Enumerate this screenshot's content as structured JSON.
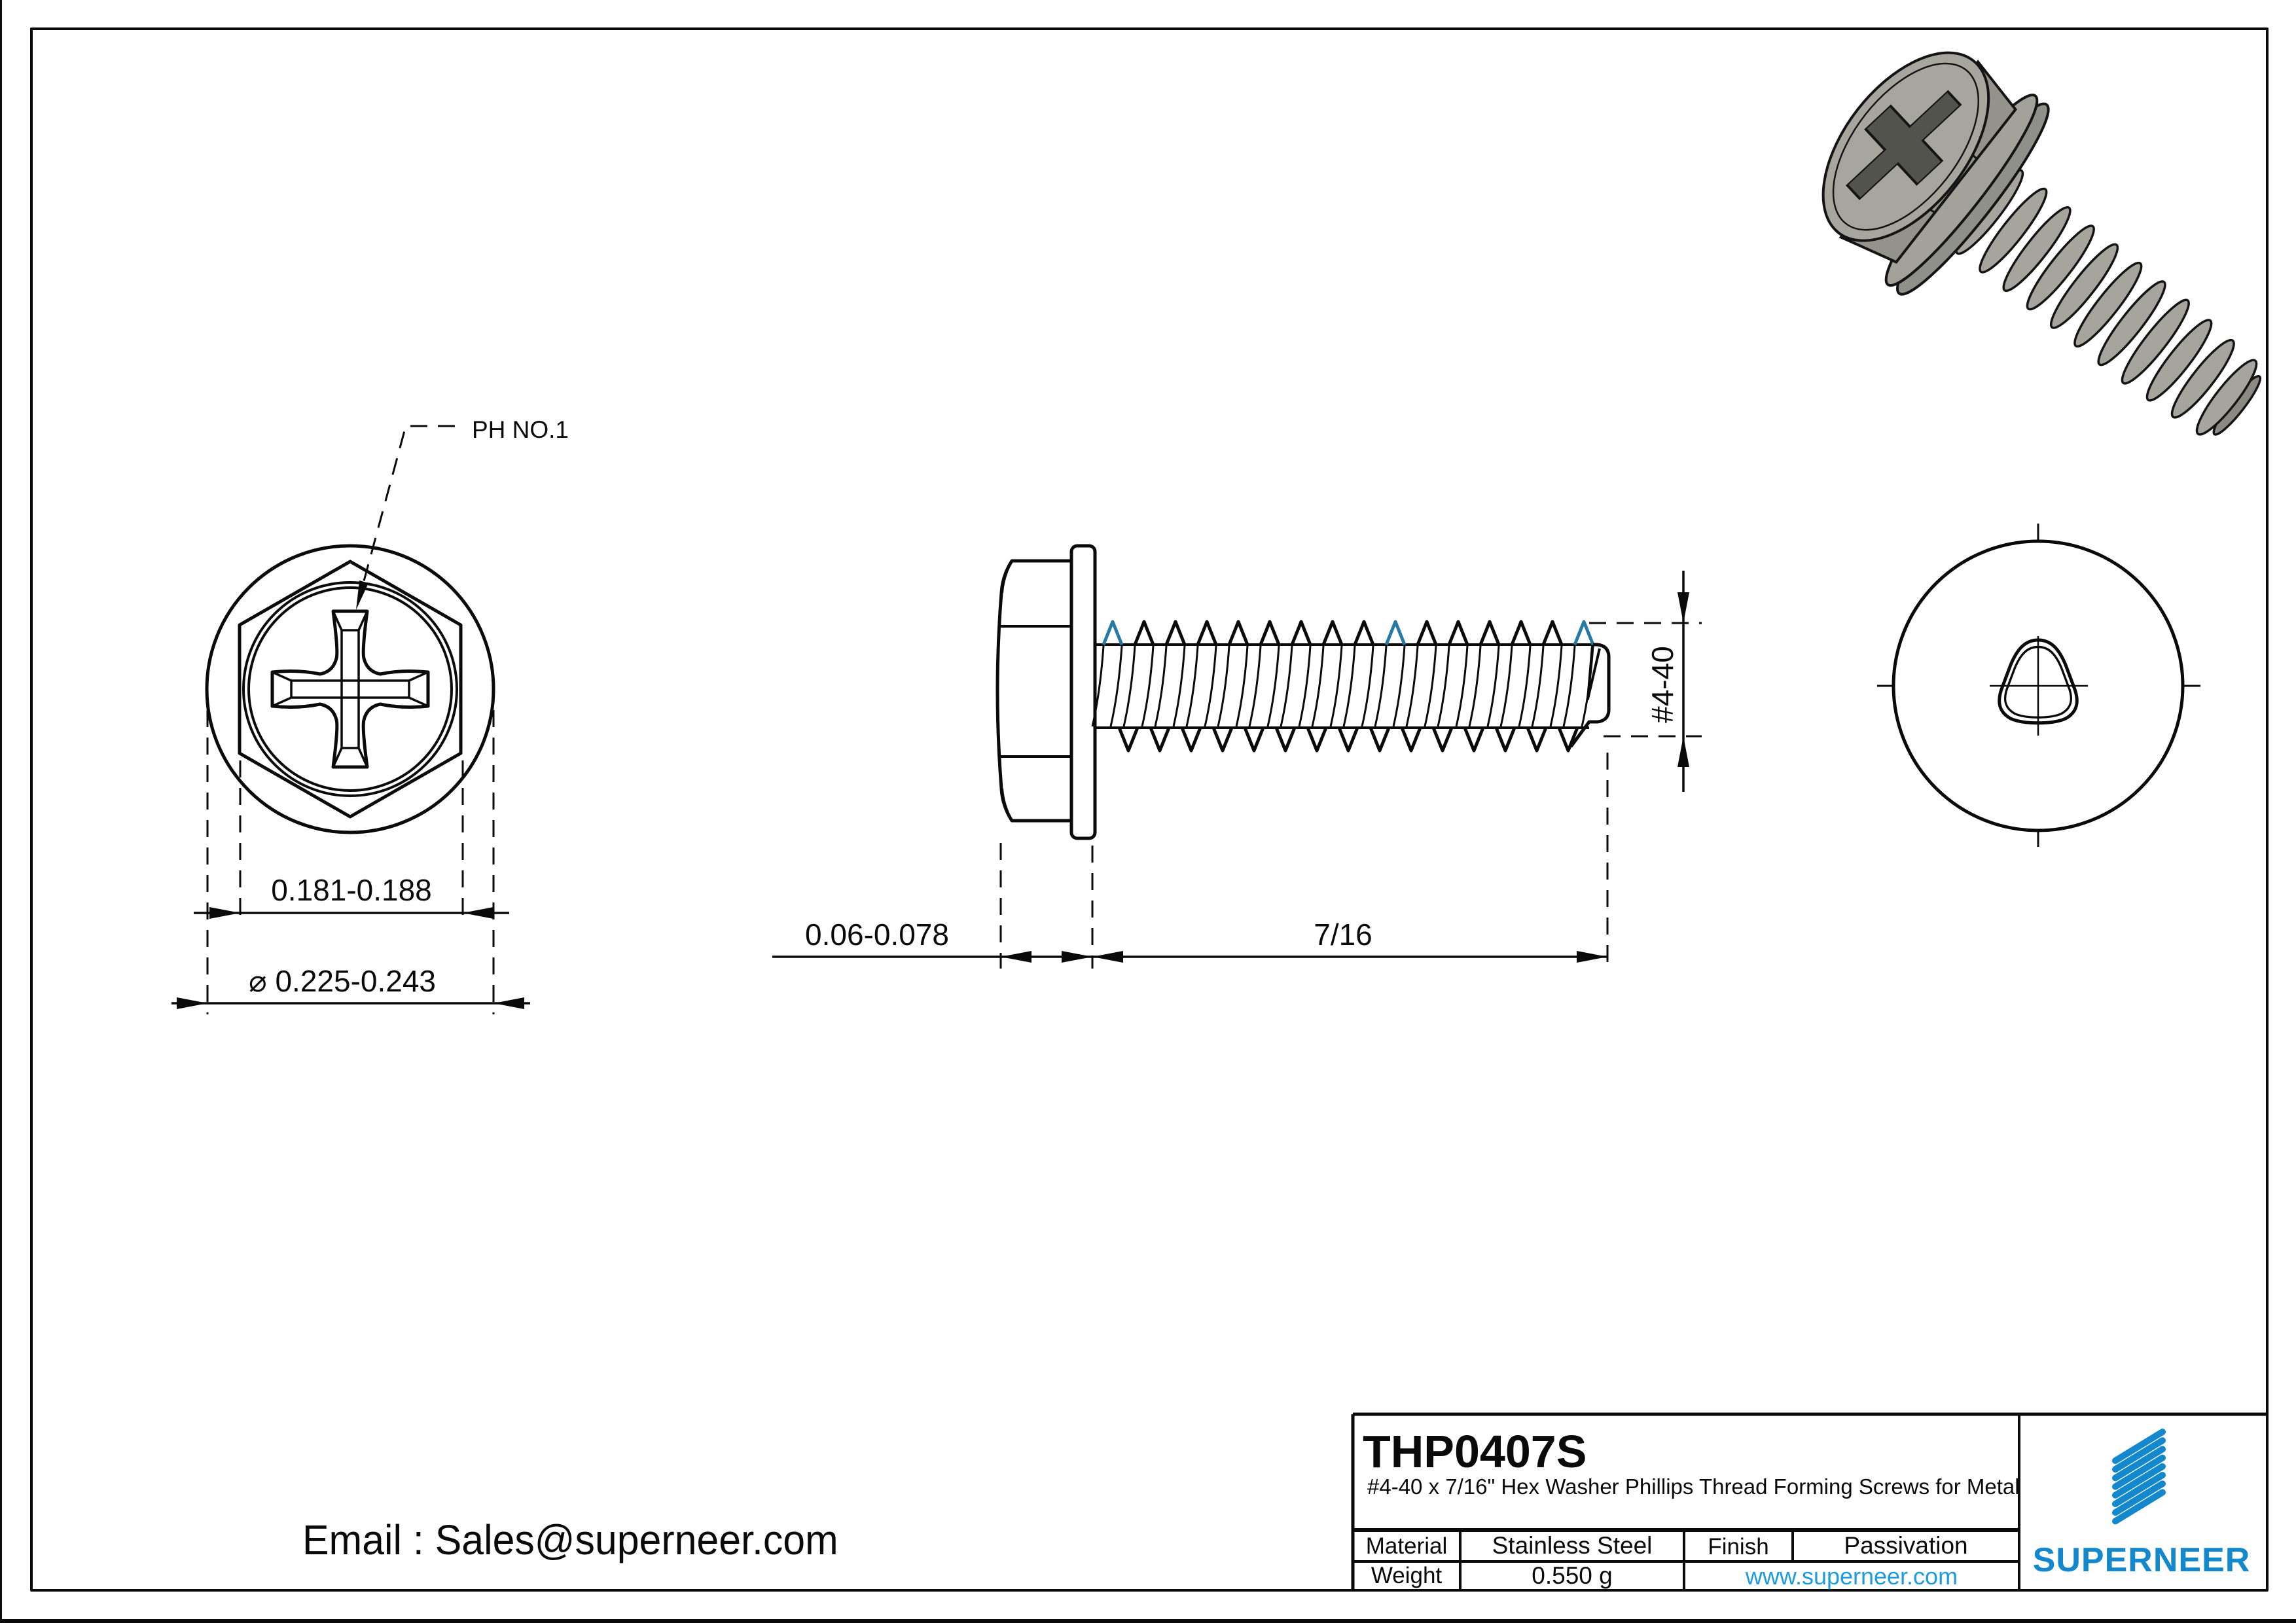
{
  "sheet": {
    "views": {
      "front": {
        "ph_label": "PH NO.1",
        "dim_across_flats": "0.181-0.188",
        "dia_symbol": "⌀",
        "dim_washer_dia": "0.225-0.243"
      },
      "side": {
        "dim_head_height": "0.06-0.078",
        "dim_thread_length": "7/16",
        "dim_thread_size": "#4-40"
      }
    },
    "footer": {
      "email": "Email : Sales@superneer.com"
    },
    "title_block": {
      "part_number": "THP0407S",
      "description": "#4-40 x 7/16\" Hex Washer Phillips Thread Forming Screws for Metal",
      "material_label": "Material",
      "material_value": "Stainless Steel",
      "finish_label": "Finish",
      "finish_value": "Passivation",
      "weight_label": "Weight",
      "weight_value": "0.550 g",
      "website": "www.superneer.com",
      "brand": "SUPERNEER"
    },
    "colors": {
      "accent_blue": "#2878a8",
      "brand_blue": "#1488cc",
      "link_blue": "#1d9bdf",
      "line_black": "#0a0a0a"
    }
  }
}
